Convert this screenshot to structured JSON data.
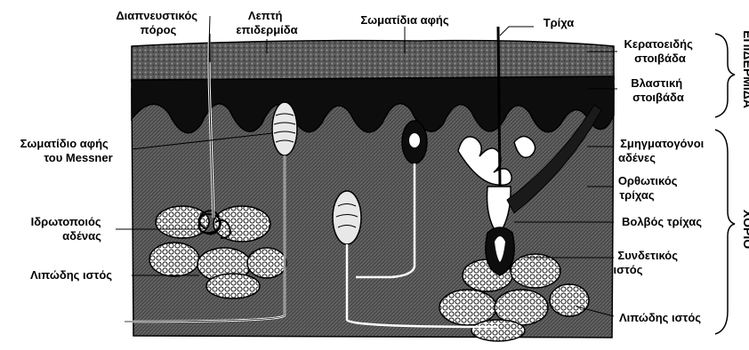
{
  "labels": {
    "sweat_pore": [
      "Διαπνευστικός",
      "πόρος"
    ],
    "thin_epidermis": [
      "Λεπτή",
      "επιδερμίδα"
    ],
    "touch_corpuscles": "Σωματίδια αφής",
    "hair": "Τρίχα",
    "stratum_corneum": [
      "Κερατοειδής",
      "στοιβάδα"
    ],
    "germinal_layer": [
      "Βλαστική",
      "στοιβάδα"
    ],
    "meissner": [
      "Σωματίδιο αφής",
      "του Messner"
    ],
    "sebaceous": [
      "Σμηγματογόνοι",
      "αδένες"
    ],
    "arrector": [
      "Ορθωτικός",
      "τρίχας"
    ],
    "sweat_gland": [
      "Ιδρωτοποιός",
      "αδένας"
    ],
    "hair_bulb": "Βολβός τρίχας",
    "connective": [
      "Συνδετικός",
      "ιστός"
    ],
    "fat_left": "Λιπώδης ιστός",
    "fat_right": "Λιπώδης ιστός",
    "epidermis_side": "ΕΠΙΔΕΡΜΙΔΑ",
    "dermis_side": "ΧΟΡΙΟ"
  },
  "colors": {
    "ink": "#000000",
    "dermis": "#3f3f3f",
    "corneum": "#565656",
    "germinal": "#0d0d0d"
  }
}
